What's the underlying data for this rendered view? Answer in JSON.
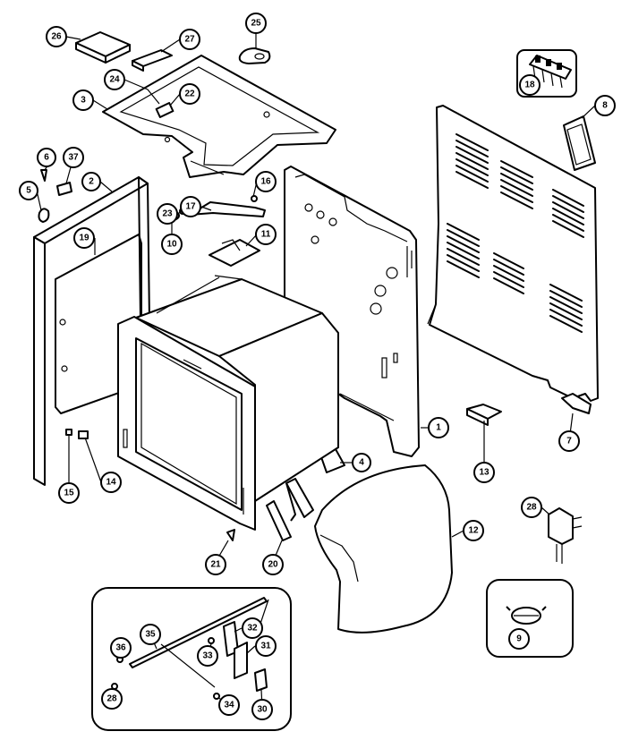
{
  "diagram": {
    "callouts": [
      {
        "id": "c26",
        "label": "26"
      },
      {
        "id": "c27",
        "label": "27"
      },
      {
        "id": "c25",
        "label": "25"
      },
      {
        "id": "c24",
        "label": "24"
      },
      {
        "id": "c22",
        "label": "22"
      },
      {
        "id": "c3",
        "label": "3"
      },
      {
        "id": "c18",
        "label": "18"
      },
      {
        "id": "c8a",
        "label": "8"
      },
      {
        "id": "c6",
        "label": "6"
      },
      {
        "id": "c37",
        "label": "37"
      },
      {
        "id": "c5",
        "label": "5"
      },
      {
        "id": "c2",
        "label": "2"
      },
      {
        "id": "c16",
        "label": "16"
      },
      {
        "id": "c23",
        "label": "23"
      },
      {
        "id": "c17",
        "label": "17"
      },
      {
        "id": "c19",
        "label": "19"
      },
      {
        "id": "c11",
        "label": "11"
      },
      {
        "id": "c10",
        "label": "10"
      },
      {
        "id": "c1",
        "label": "1"
      },
      {
        "id": "c13",
        "label": "13"
      },
      {
        "id": "c7",
        "label": "7"
      },
      {
        "id": "c4",
        "label": "4"
      },
      {
        "id": "c15",
        "label": "15"
      },
      {
        "id": "c14",
        "label": "14"
      },
      {
        "id": "c12",
        "label": "12"
      },
      {
        "id": "c28a",
        "label": "28"
      },
      {
        "id": "c21",
        "label": "21"
      },
      {
        "id": "c20",
        "label": "20"
      },
      {
        "id": "c9",
        "label": "9"
      },
      {
        "id": "c35",
        "label": "35"
      },
      {
        "id": "c32",
        "label": "32"
      },
      {
        "id": "c36",
        "label": "36"
      },
      {
        "id": "c33",
        "label": "33"
      },
      {
        "id": "c31",
        "label": "31"
      },
      {
        "id": "c28b",
        "label": "28"
      },
      {
        "id": "c34",
        "label": "34"
      },
      {
        "id": "c30",
        "label": "30"
      }
    ]
  }
}
